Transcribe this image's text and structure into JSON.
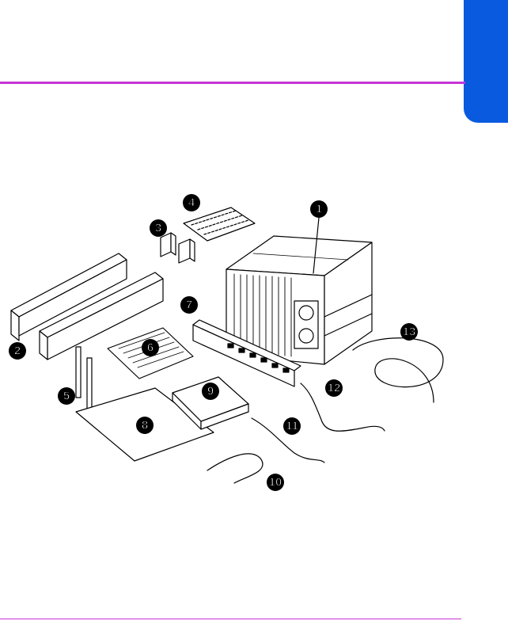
{
  "colors": {
    "tab": "#0a5adf",
    "rule": "#c634d6",
    "ink": "#000000"
  },
  "callouts": [
    "1",
    "2",
    "3",
    "4",
    "5",
    "6",
    "7",
    "8",
    "9",
    "10",
    "11",
    "12",
    "13"
  ]
}
